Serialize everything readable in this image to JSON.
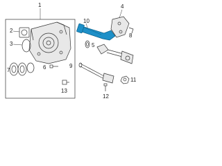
{
  "diagram": {
    "callouts": [
      "1",
      "2",
      "3",
      "4",
      "5",
      "6",
      "7",
      "8",
      "9",
      "10",
      "11",
      "12",
      "13"
    ],
    "highlight_color": "#1e90c8",
    "line_color": "#333333"
  }
}
